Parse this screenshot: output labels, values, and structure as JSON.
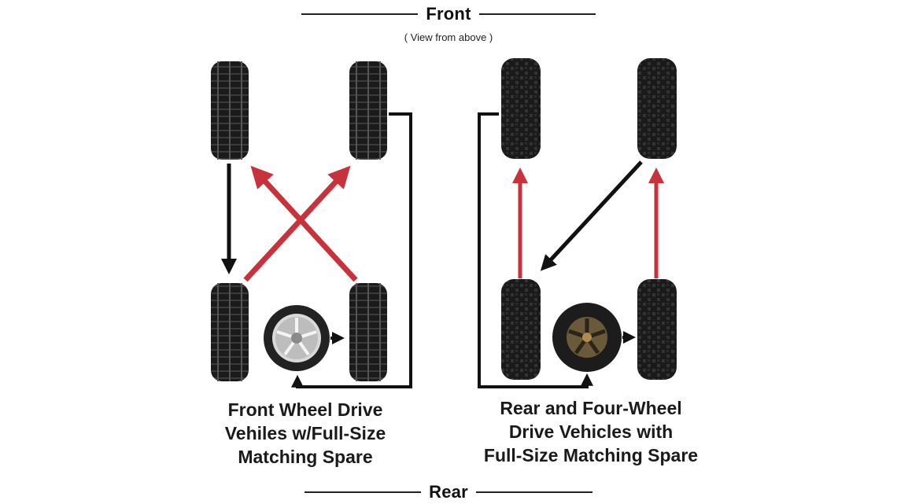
{
  "header": {
    "front": "Front",
    "subtitle": "( View from above )",
    "rear": "Rear"
  },
  "left_diagram": {
    "caption_lines": [
      "Front Wheel Drive",
      "Vehiles w/Full-Size",
      "Matching Spare"
    ]
  },
  "right_diagram": {
    "caption_lines": [
      "Rear and Four-Wheel",
      "Drive Vehicles with",
      "Full-Size Matching Spare"
    ]
  },
  "colors": {
    "red_arrow": "#c8323a",
    "black_arrow": "#111111",
    "tire": "#1c1c1c"
  }
}
